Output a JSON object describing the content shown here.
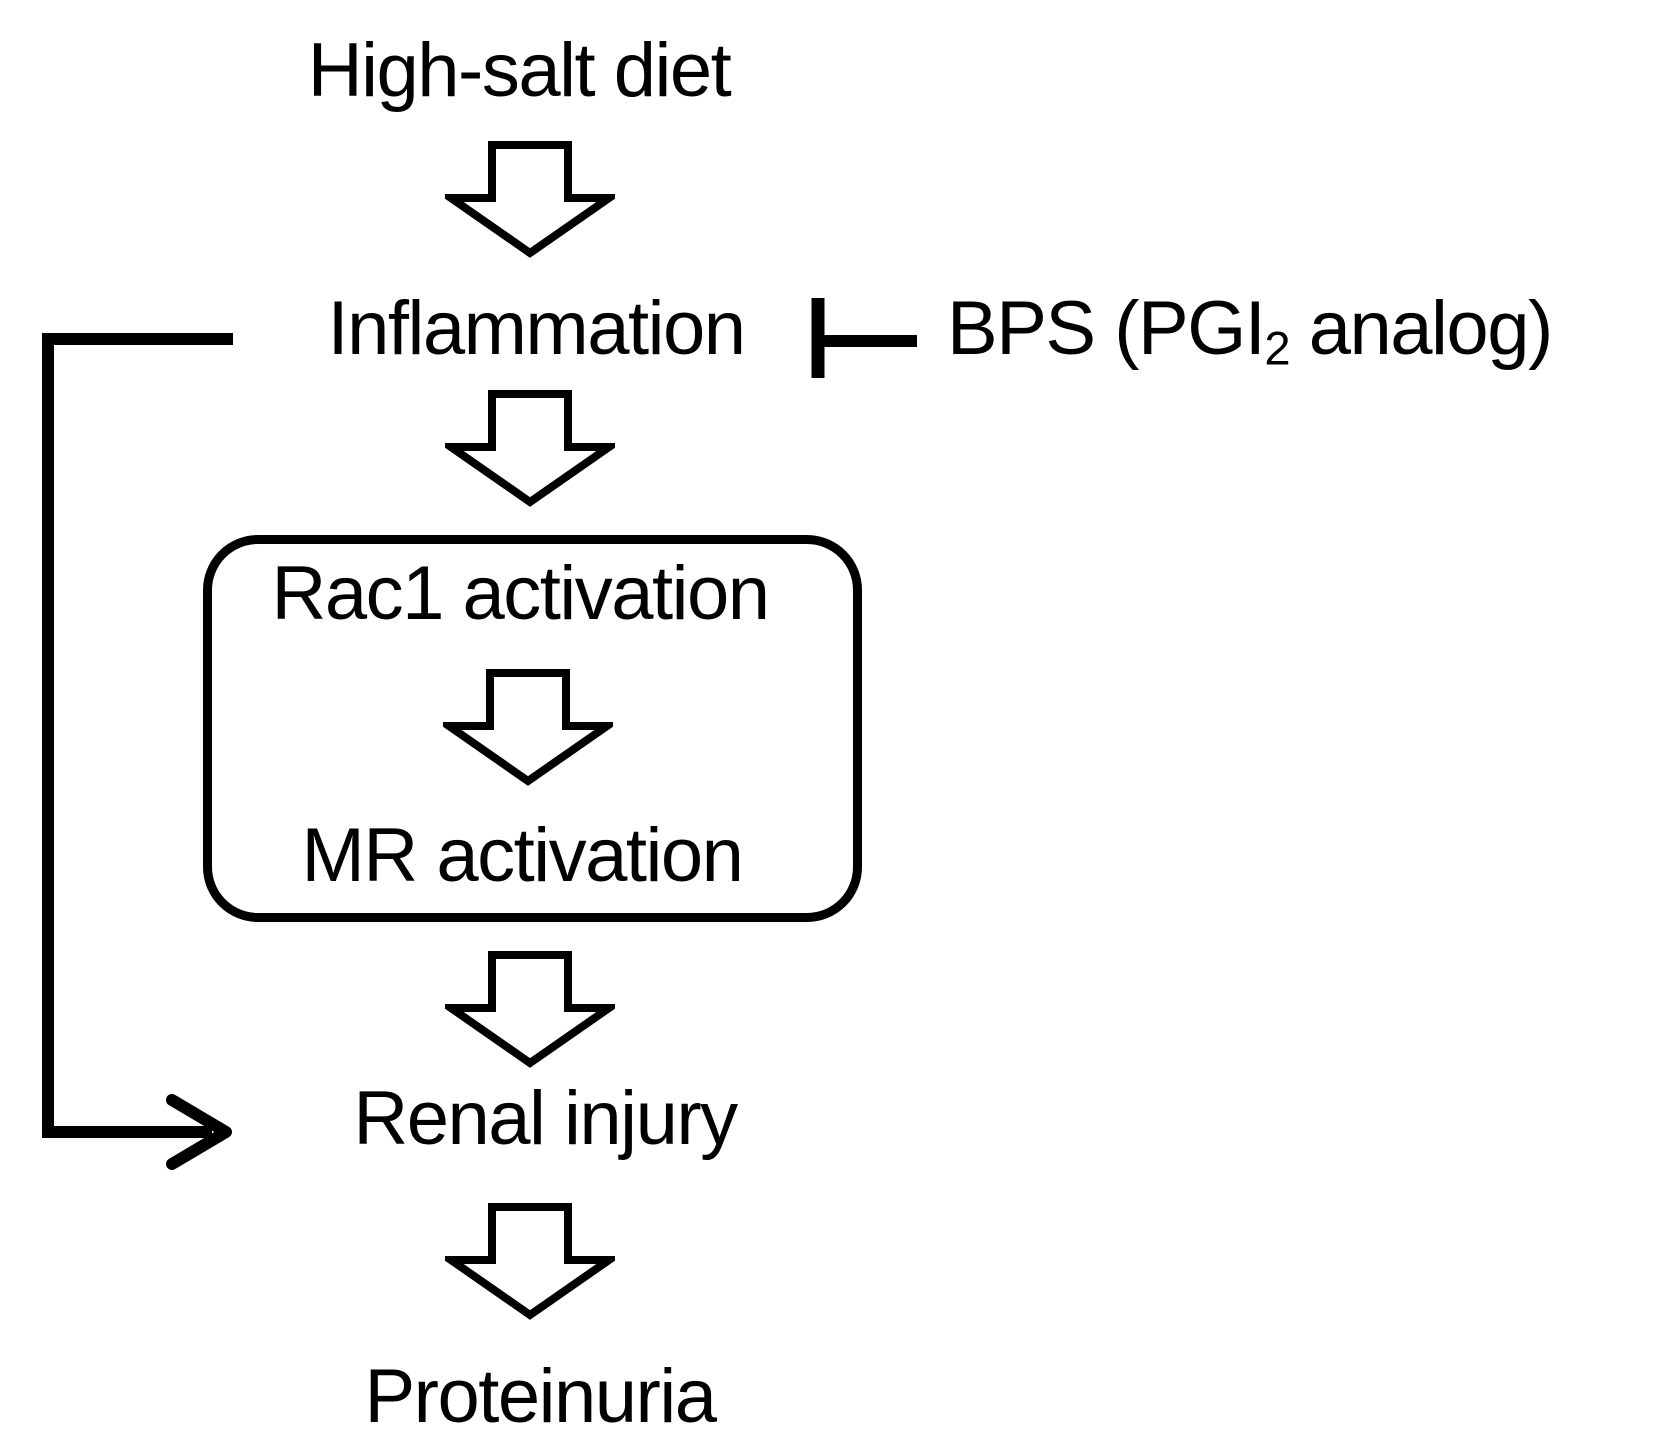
{
  "figure": {
    "type": "pathway-flowchart",
    "colors": {
      "ink": "#000000",
      "background": "#ffffff"
    }
  },
  "nodes": {
    "high_salt": "High-salt diet",
    "inflammation": "Inflammation",
    "rac1": "Rac1 activation",
    "mr": "MR activation",
    "renal": "Renal injury",
    "proteinuria": "Proteinuria"
  },
  "inhibitor": {
    "prefix": "BPS (PGI",
    "sub": "2",
    "suffix": " analog)"
  },
  "group": {
    "members": [
      "Rac1 activation",
      "MR activation"
    ]
  },
  "edges": [
    {
      "from": "High-salt diet",
      "to": "Inflammation",
      "type": "block-arrow-down"
    },
    {
      "from": "Inflammation",
      "to": "Rac1 activation",
      "type": "block-arrow-down"
    },
    {
      "from": "Rac1 activation",
      "to": "MR activation",
      "type": "block-arrow-down"
    },
    {
      "from": "MR activation",
      "to": "Renal injury",
      "type": "block-arrow-down"
    },
    {
      "from": "Renal injury",
      "to": "Proteinuria",
      "type": "block-arrow-down"
    },
    {
      "from": "Inflammation",
      "to": "Renal injury",
      "type": "elbow-arrow-bypass"
    },
    {
      "from": "BPS (PGI2 analog)",
      "to": "Inflammation",
      "type": "inhibition-tbar"
    }
  ],
  "icons": {
    "block_arrow_down": "hollow outlined downward block arrow",
    "inhibition_tbar": "T-bar blunt-end inhibition line",
    "bypass_arrow": "right-angle elbow line with open chevron arrowhead"
  }
}
